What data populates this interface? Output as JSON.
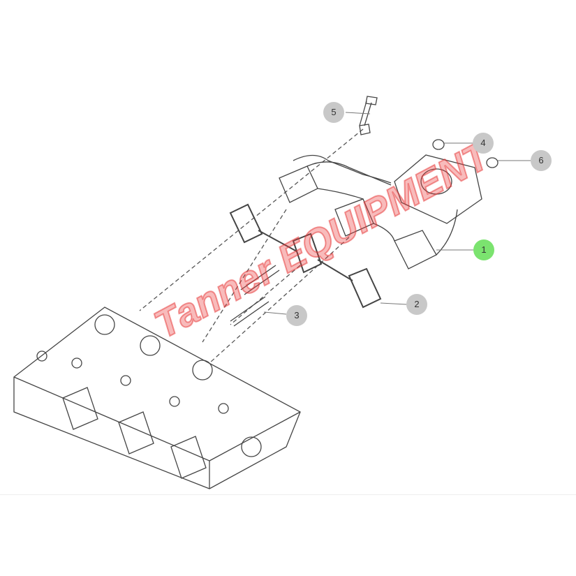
{
  "diagram": {
    "callouts": [
      {
        "label": "1",
        "highlighted": true
      },
      {
        "label": "2",
        "highlighted": false
      },
      {
        "label": "3",
        "highlighted": false
      },
      {
        "label": "4",
        "highlighted": false
      },
      {
        "label": "5",
        "highlighted": false
      },
      {
        "label": "6",
        "highlighted": false
      }
    ],
    "watermark": "Tanner EQUIPMENT",
    "colors": {
      "callout": "#c8c8c8",
      "highlight": "#7be36f",
      "watermark": "#eb3c3c"
    }
  }
}
